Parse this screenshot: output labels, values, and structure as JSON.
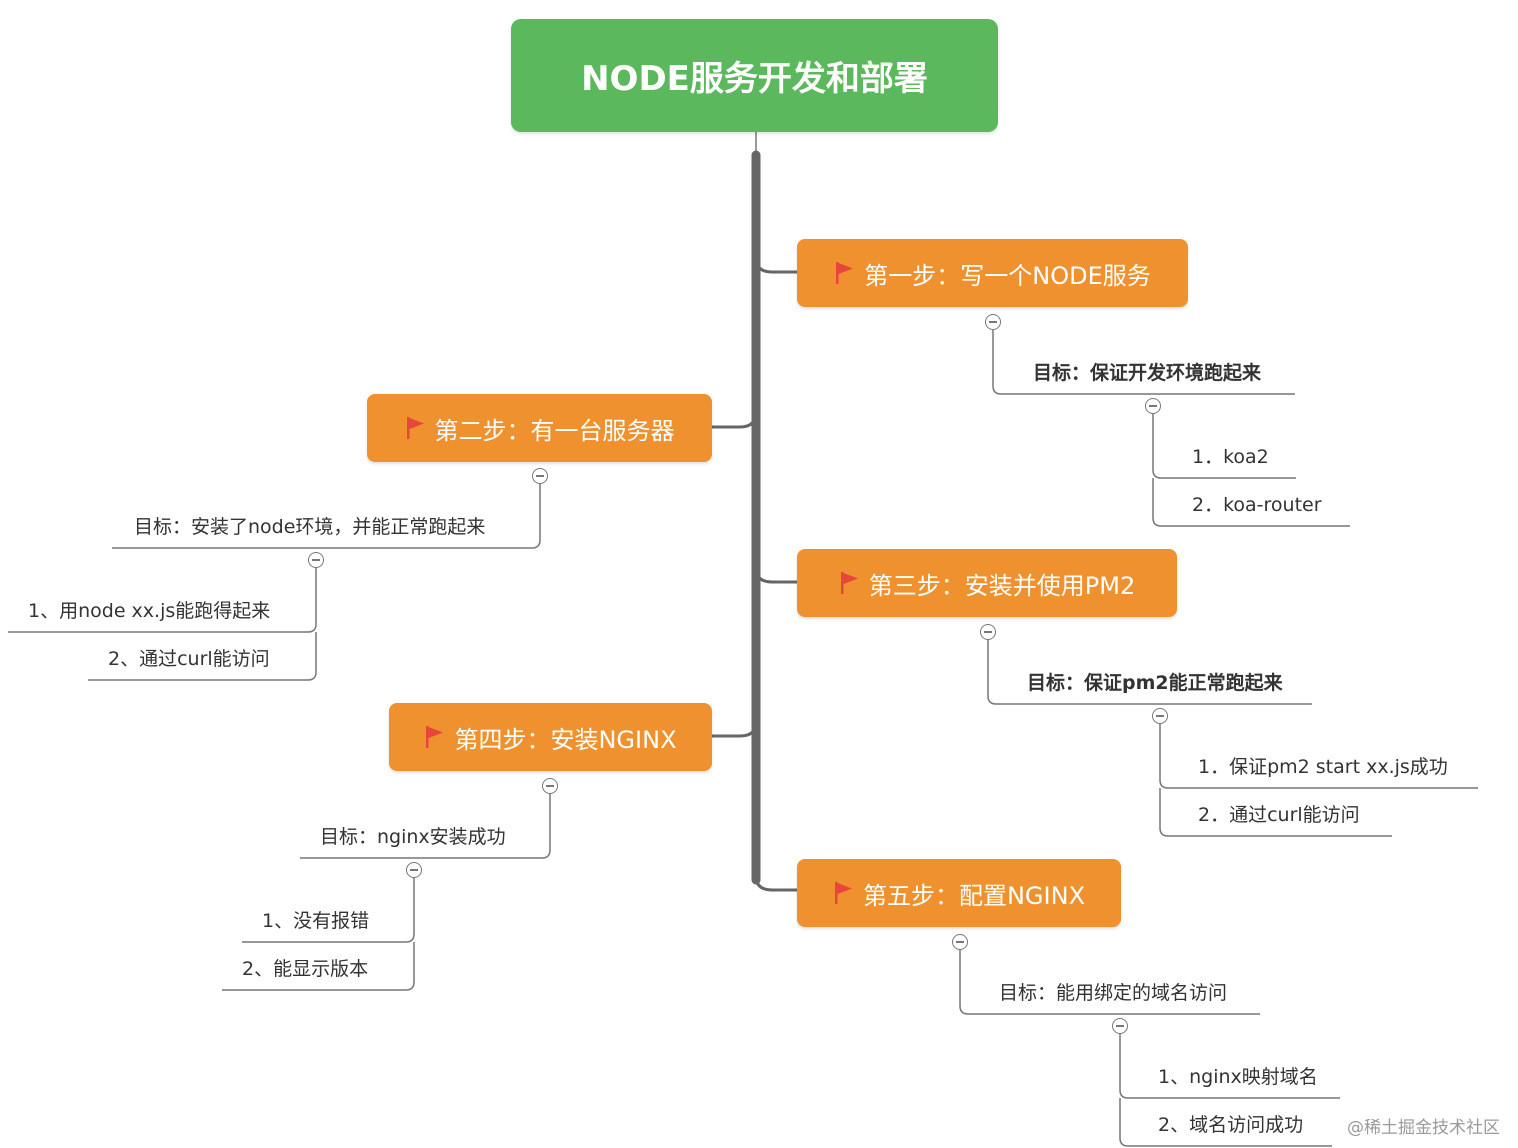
{
  "root": {
    "title": "NODE服务开发和部署"
  },
  "steps": [
    {
      "title": "第一步：写一个NODE服务",
      "goal": "目标：保证开发环境跑起来",
      "items": [
        "1．koa2",
        "2．koa-router"
      ]
    },
    {
      "title": "第二步：有一台服务器",
      "goal": "目标：安装了node环境，并能正常跑起来",
      "items": [
        "1、用node xx.js能跑得起来",
        "2、通过curl能访问"
      ]
    },
    {
      "title": "第三步：安装并使用PM2",
      "goal": "目标：保证pm2能正常跑起来",
      "items": [
        "1．保证pm2 start xx.js成功",
        "2．通过curl能访问"
      ]
    },
    {
      "title": "第四步：安装NGINX",
      "goal": "目标：nginx安装成功",
      "items": [
        "1、没有报错",
        "2、能显示版本"
      ]
    },
    {
      "title": "第五步：配置NGINX",
      "goal": "目标：能用绑定的域名访问",
      "items": [
        "1、nginx映射域名",
        "2、域名访问成功"
      ]
    }
  ],
  "watermark": "@稀土掘金技术社区",
  "colors": {
    "root": "#5cb85c",
    "step": "#f0912f",
    "flag": "#e8453c",
    "trunk": "#666666",
    "branch": "#777777"
  },
  "icons": {
    "step_marker": "red-flag-icon",
    "toggle": "collapse-minus-icon"
  }
}
